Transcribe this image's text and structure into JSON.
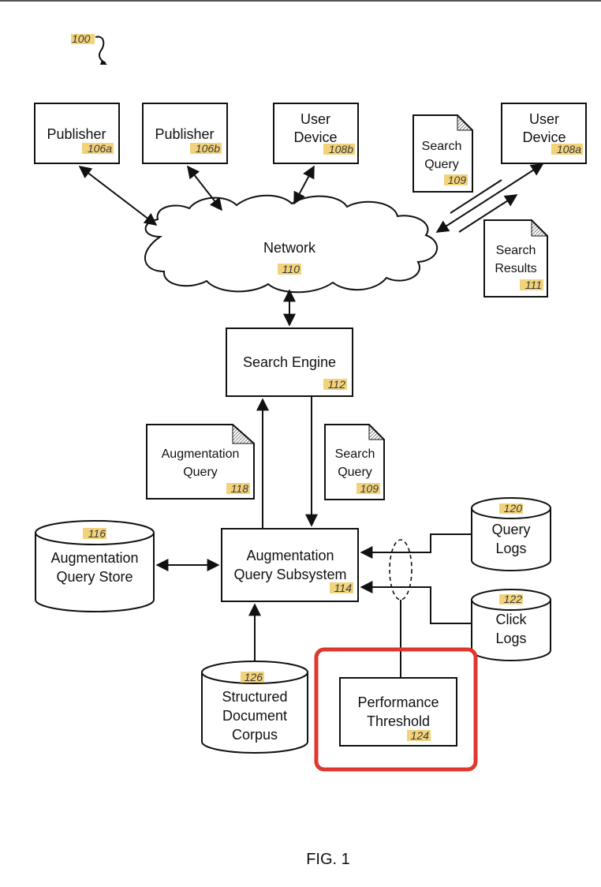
{
  "figure": {
    "ref": "100",
    "caption": "FIG. 1"
  },
  "nodes": {
    "publisher_a": {
      "line1": "Publisher",
      "ref": "106a"
    },
    "publisher_b": {
      "line1": "Publisher",
      "ref": "106b"
    },
    "user_device_b": {
      "line1": "User",
      "line2": "Device",
      "ref": "108b"
    },
    "user_device_a": {
      "line1": "User",
      "line2": "Device",
      "ref": "108a"
    },
    "search_query_top": {
      "line1": "Search",
      "line2": "Query",
      "ref": "109"
    },
    "search_results": {
      "line1": "Search",
      "line2": "Results",
      "ref": "111"
    },
    "network": {
      "line1": "Network",
      "ref": "110"
    },
    "search_engine": {
      "line1": "Search Engine",
      "ref": "112"
    },
    "augmentation_query": {
      "line1": "Augmentation",
      "line2": "Query",
      "ref": "118"
    },
    "search_query_mid": {
      "line1": "Search",
      "line2": "Query",
      "ref": "109"
    },
    "query_logs": {
      "line1": "Query",
      "line2": "Logs",
      "ref": "120"
    },
    "click_logs": {
      "line1": "Click",
      "line2": "Logs",
      "ref": "122"
    },
    "augmentation_query_store": {
      "line1": "Augmentation",
      "line2": "Query Store",
      "ref": "116"
    },
    "augmentation_query_subsystem": {
      "line1": "Augmentation",
      "line2": "Query Subsystem",
      "ref": "114"
    },
    "structured_document_corpus": {
      "line1": "Structured",
      "line2": "Document",
      "line3": "Corpus",
      "ref": "126"
    },
    "performance_threshold": {
      "line1": "Performance",
      "line2": "Threshold",
      "ref": "124"
    }
  },
  "colors": {
    "highlight": "#e0372c",
    "ref_marker": "#f2d27a",
    "stroke": "#111111"
  }
}
